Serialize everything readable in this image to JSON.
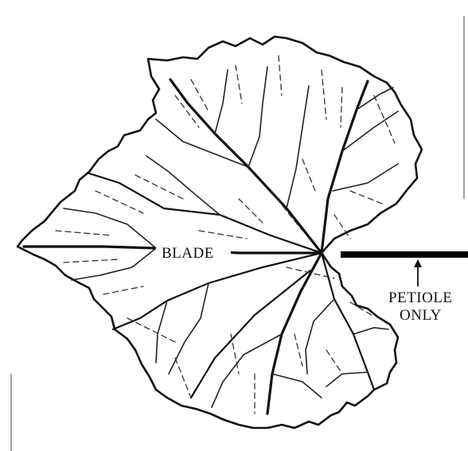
{
  "labels": {
    "blade": "BLADE",
    "petiole_line1": "PETIOLE",
    "petiole_line2": "ONLY"
  }
}
